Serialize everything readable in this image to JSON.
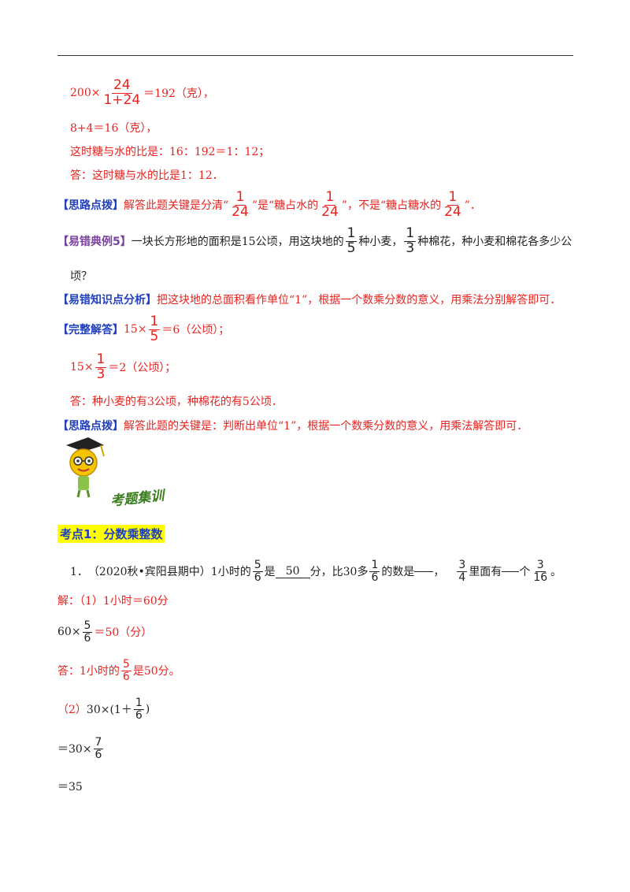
{
  "example_tail": {
    "calc1_prefix": "200×",
    "calc1_frac_num": "24",
    "calc1_frac_den": "1+24",
    "calc1_suffix": "＝192（克），",
    "calc2": "8+4＝16（克），",
    "ratio_line": "这时糖与水的比是：16：192＝1：12；",
    "answer": "答：这时糖与水的比是1：12．"
  },
  "tip1": {
    "tag": "【思路点拨】",
    "text_a": "解答此题关键是分清“",
    "frac_num": "1",
    "frac_den": "24",
    "text_b": "”是“糖占水的",
    "text_c": "”，不是“糖占糖水的",
    "text_d": "”．"
  },
  "example5": {
    "tag": "【易错典例5】",
    "text_a": "一块长方形地的面积是15公顷，用这块地的",
    "f1_num": "1",
    "f1_den": "5",
    "text_b": "种小麦，",
    "f2_num": "1",
    "f2_den": "3",
    "text_c": "种棉花，种小麦和棉花各多少公",
    "text_d": "顷？"
  },
  "analysis": {
    "tag": "【易错知识点分析】",
    "text": "把这块地的总面积看作单位“1”，根据一个数乘分数的意义，用乘法分别解答即可．"
  },
  "solution": {
    "tag": "【完整解答】",
    "l1_prefix": "15×",
    "l1_num": "1",
    "l1_den": "5",
    "l1_suffix": "＝6（公顷）；",
    "l2_prefix": "15×",
    "l2_num": "1",
    "l2_den": "3",
    "l2_suffix": "＝2（公顷）；",
    "answer": "答：种小麦的有3公顷，种棉花的有5公顷．"
  },
  "tip2": {
    "tag": "【思路点拨】",
    "text": "解答此题的关键是：判断出单位“1”，根据一个数乘分数的意义，用乘法解答即可．"
  },
  "section": {
    "banner": "考题集训",
    "heading": "考点1：分数乘整数"
  },
  "q1": {
    "num": "1．",
    "source": "（2020秋•宾阳县期中）1小时的",
    "f1_num": "5",
    "f1_den": "6",
    "text_b": "是",
    "blank1": "50",
    "text_c": "分，比30多",
    "f2_num": "1",
    "f2_den": "6",
    "text_d": "的数是",
    "text_e": "，",
    "f3_num": "3",
    "f3_den": "4",
    "text_f": "里面有",
    "text_g": "个",
    "f4_num": "3",
    "f4_den": "16",
    "text_h": "。"
  },
  "q1_solution": {
    "l1": "解：（1）1小时＝60分",
    "l2_prefix": "60×",
    "l2_num": "5",
    "l2_den": "6",
    "l2_suffix": "＝50（分）",
    "l3_prefix": "答：1小时的",
    "l3_num": "5",
    "l3_den": "6",
    "l3_suffix": "是50分。",
    "l4_label": "（2）",
    "l4_expr_a": "30×(1＋",
    "l4_num": "1",
    "l4_den": "6",
    "l4_expr_b": ")",
    "l5_prefix": "＝30×",
    "l5_num": "7",
    "l5_den": "6",
    "l6": "＝35"
  },
  "colors": {
    "red": "#e8231f",
    "blue": "#1f3fbf",
    "purple": "#7a3fa0",
    "highlight": "#ffff00"
  }
}
